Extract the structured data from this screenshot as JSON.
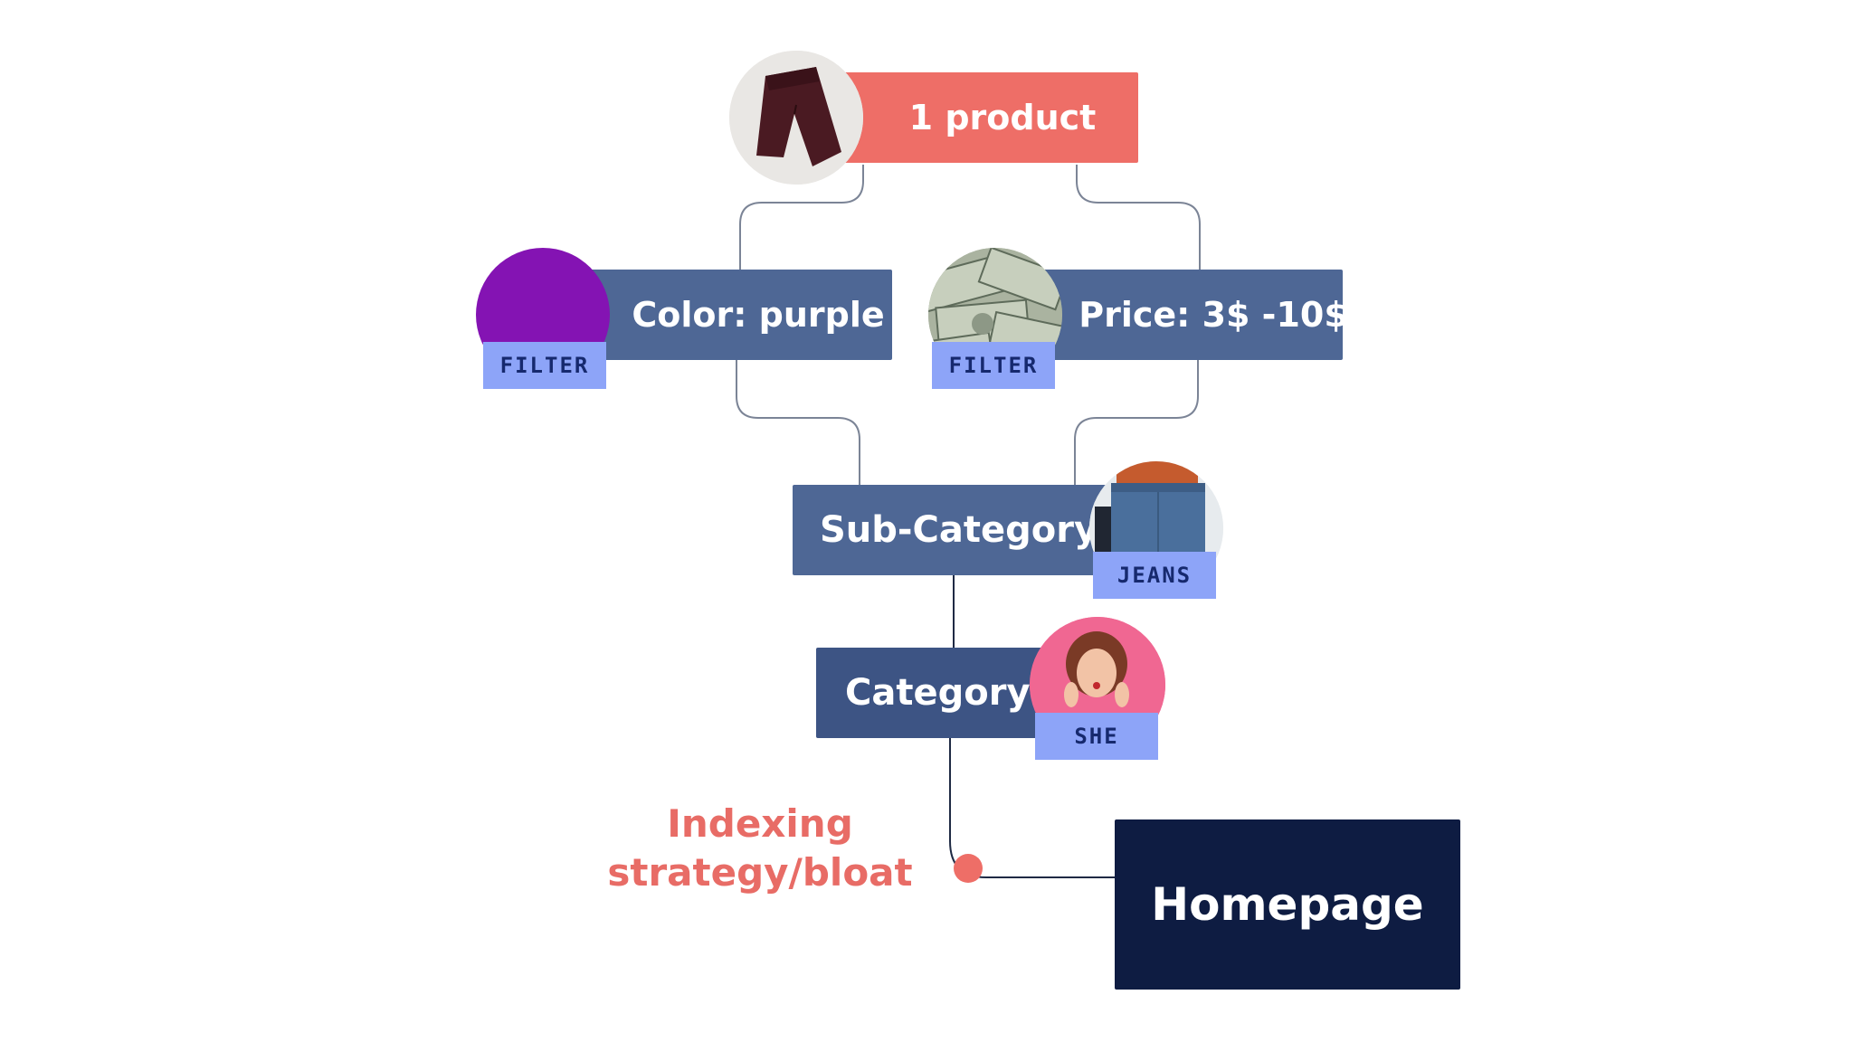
{
  "nodes": {
    "product": {
      "label": "1 product"
    },
    "color_filter": {
      "label": "Color: purple",
      "tag": "FILTER"
    },
    "price_filter": {
      "label": "Price: 3$ -10$",
      "tag": "FILTER"
    },
    "sub_category": {
      "label": "Sub-Category",
      "tag": "JEANS"
    },
    "category": {
      "label": "Category",
      "tag": "SHE"
    },
    "homepage": {
      "label": "Homepage"
    }
  },
  "annotation": {
    "line1": "Indexing",
    "line2": "strategy/bloat"
  },
  "colors": {
    "coral": "#ee6e67",
    "slate": "#4e6795",
    "navy": "#0e1c42",
    "tag_bg": "#8da4f8",
    "tag_text": "#16296e",
    "purple": "#8413b3",
    "connector": "#5a6478"
  },
  "icons": {
    "product": "trousers-photo",
    "color_filter": "purple-swatch",
    "price_filter": "dollar-bills-photo",
    "sub_category": "jeans-photo",
    "category": "woman-portrait-photo"
  }
}
